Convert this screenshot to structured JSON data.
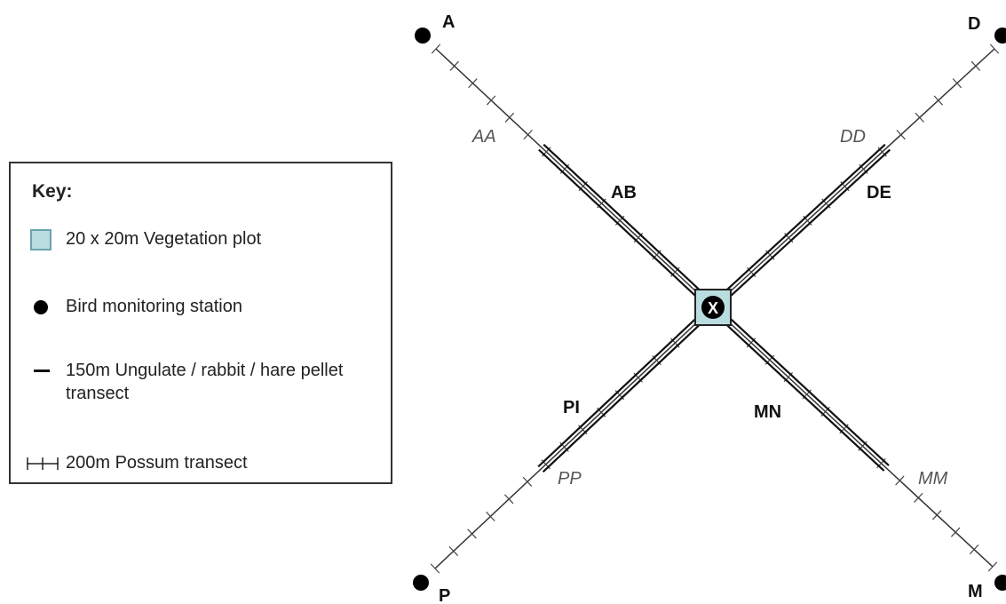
{
  "key": {
    "title": "Key:",
    "items": [
      {
        "icon": "vegetation-plot-square",
        "label": "20 x 20m Vegetation plot"
      },
      {
        "icon": "bird-station-dot",
        "label": "Bird monitoring station"
      },
      {
        "icon": "pellet-transect-dash",
        "label": "150m Ungulate / rabbit / hare pellet transect"
      },
      {
        "icon": "possum-transect-ladder",
        "label": "200m Possum transect"
      }
    ]
  },
  "diagram": {
    "center_label": "X",
    "stations": [
      "A",
      "D",
      "P",
      "M"
    ],
    "pellet_transects": [
      "AB",
      "DE",
      "PI",
      "MN"
    ],
    "possum_transects": [
      "AA",
      "DD",
      "PP",
      "MM"
    ]
  },
  "colors": {
    "vegetation_plot_fill": "#b9dcdf",
    "vegetation_plot_border": "#6aa3ad",
    "line": "#222222",
    "italic_label": "#555555"
  }
}
